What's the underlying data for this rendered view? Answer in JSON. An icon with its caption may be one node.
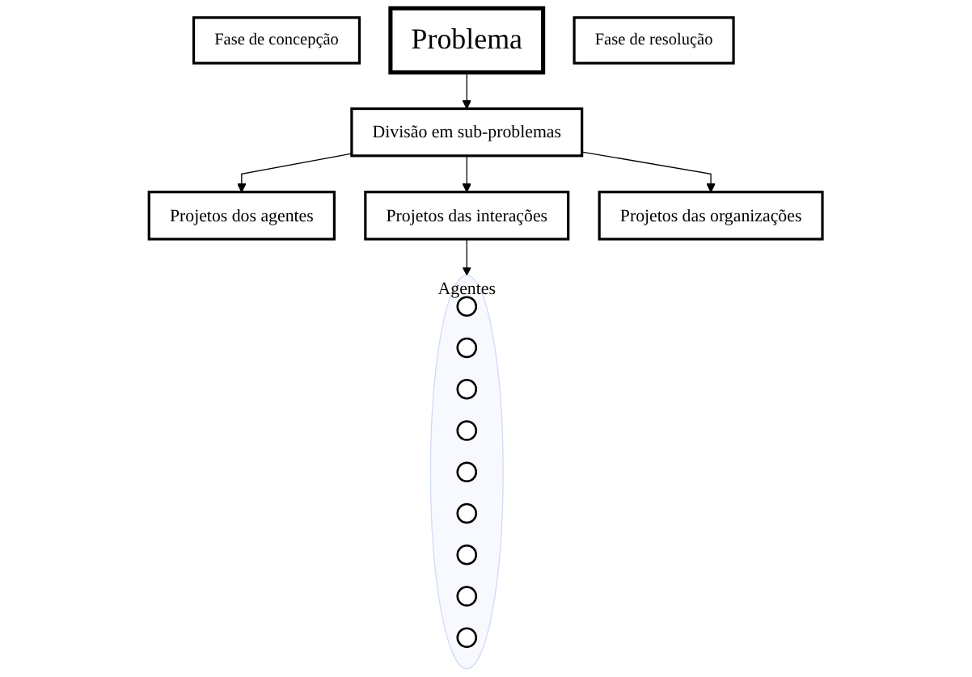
{
  "diagram": {
    "nodes": [
      {
        "text": [
          "Fase de concepção"
        ]
      },
      {
        "text": [
          "Problema"
        ]
      },
      {
        "text": [
          "Divisão em sub-problemas"
        ]
      },
      {
        "text": [
          "Projetos dos agentes"
        ]
      },
      {
        "text": [
          "Projetos das interações"
        ]
      },
      {
        "text": [
          "Projetos das organizações"
        ]
      },
      {
        "text": [
          "Fase de resolução"
        ]
      },
      {
        "text": [
          "Agentes"
        ]
      },
      {
        "text": [],
        "shape": "circle",
        "in": 7
      },
      {
        "text": [],
        "shape": "circle",
        "in": 7
      },
      {
        "text": [],
        "shape": "circle",
        "in": 7
      },
      {
        "text": [],
        "shape": "circle",
        "in": 7
      },
      {
        "text": [],
        "shape": "circle",
        "in": 7
      },
      {
        "text": [],
        "shape": "circle",
        "in": 7
      },
      {
        "text": [],
        "shape": "circle",
        "in": 7
      },
      {
        "text": [],
        "shape": "circle",
        "in": 7
      },
      {
        "text": [],
        "shape": "circle",
        "in": 7
      }
    ],
    "edges": [
      {
        "from": 1,
        "to": 2,
        "arrow": "to"
      },
      {
        "from": 2,
        "to": 3,
        "arrow": "to"
      },
      {
        "from": 2,
        "to": 4,
        "arrow": "to"
      },
      {
        "from": 2,
        "to": 5,
        "arrow": "to"
      },
      {
        "from": 4,
        "to": 7,
        "arrow": "to"
      }
    ]
  }
}
